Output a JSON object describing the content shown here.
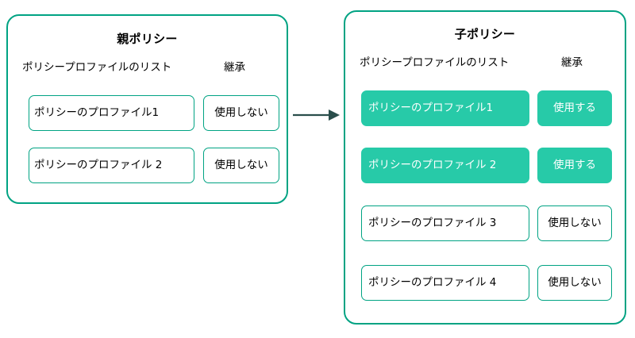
{
  "diagram": {
    "type": "policy-inheritance",
    "accent_color": "#00a383",
    "highlight_fill": "#27caa8",
    "arrow_color": "#2a4e4b",
    "background": "#ffffff"
  },
  "parent_panel": {
    "title": "親ポリシー",
    "headers": {
      "list": "ポリシープロファイルのリスト",
      "inherit": "継承"
    },
    "rows": [
      {
        "profile": "ポリシーのプロファイル1",
        "inherit": "使用しない",
        "highlighted": false
      },
      {
        "profile": "ポリシーのプロファイル 2",
        "inherit": "使用しない",
        "highlighted": false
      }
    ]
  },
  "child_panel": {
    "title": "子ポリシー",
    "headers": {
      "list": "ポリシープロファイルのリスト",
      "inherit": "継承"
    },
    "rows": [
      {
        "profile": "ポリシーのプロファイル1",
        "inherit": "使用する",
        "highlighted": true
      },
      {
        "profile": "ポリシーのプロファイル 2",
        "inherit": "使用する",
        "highlighted": true
      },
      {
        "profile": "ポリシーのプロファイル 3",
        "inherit": "使用しない",
        "highlighted": false
      },
      {
        "profile": "ポリシーのプロファイル 4",
        "inherit": "使用しない",
        "highlighted": false
      }
    ]
  },
  "connector": {
    "label": "",
    "icon": "arrow-right-icon",
    "direction": "parent-to-child"
  }
}
